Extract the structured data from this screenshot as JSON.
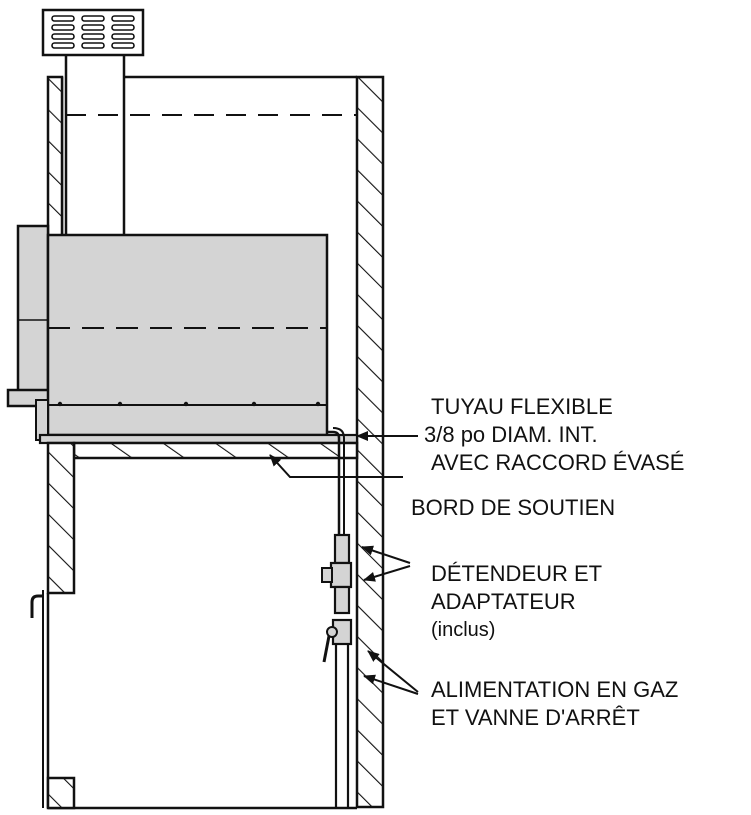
{
  "labels": {
    "flex_hose": [
      "TUYAU FLEXIBLE",
      "3/8 po DIAM. INT.",
      "AVEC RACCORD ÉVASÉ"
    ],
    "support_ledge": [
      "BORD DE SOUTIEN"
    ],
    "regulator": [
      "DÉTENDEUR ET",
      "ADAPTATEUR"
    ],
    "regulator_note": "(inclus)",
    "gas_supply": [
      "ALIMENTATION EN GAZ",
      "ET VANNE D'ARRÊT"
    ]
  },
  "colors": {
    "line": "#111111",
    "firebox_fill": "#d4d4d4",
    "hatch": "#111111",
    "background": "#ffffff"
  }
}
